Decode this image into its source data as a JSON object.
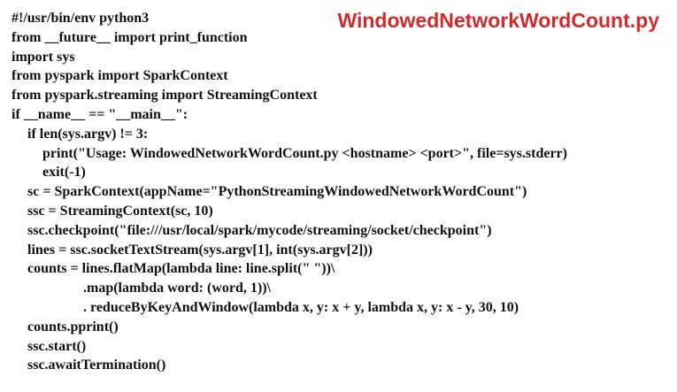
{
  "filename": "WindowedNetworkWordCount.py",
  "code_lines": [
    {
      "indent": 0,
      "text": "#!/usr/bin/env python3"
    },
    {
      "indent": 0,
      "text": "from __future__ import print_function"
    },
    {
      "indent": 0,
      "text": "import sys"
    },
    {
      "indent": 0,
      "text": "from pyspark import SparkContext"
    },
    {
      "indent": 0,
      "text": "from pyspark.streaming import StreamingContext"
    },
    {
      "indent": 0,
      "text": "if __name__ == \"__main__\":"
    },
    {
      "indent": 1,
      "text": "if len(sys.argv) != 3:"
    },
    {
      "indent": 2,
      "text": "print(\"Usage: WindowedNetworkWordCount.py <hostname> <port>\", file=sys.stderr)"
    },
    {
      "indent": 2,
      "text": "exit(-1)"
    },
    {
      "indent": 1,
      "text": "sc = SparkContext(appName=\"PythonStreamingWindowedNetworkWordCount\")"
    },
    {
      "indent": 1,
      "text": "ssc = StreamingContext(sc, 10)"
    },
    {
      "indent": 1,
      "text": "ssc.checkpoint(\"file:///usr/local/spark/mycode/streaming/socket/checkpoint\")"
    },
    {
      "indent": 1,
      "text": "lines = ssc.socketTextStream(sys.argv[1], int(sys.argv[2]))"
    },
    {
      "indent": 1,
      "text": "counts = lines.flatMap(lambda line: line.split(\" \"))\\"
    },
    {
      "indent": 3,
      "text": ".map(lambda word: (word, 1))\\"
    },
    {
      "indent": 3,
      "text": ". reduceByKeyAndWindow(lambda x, y: x + y, lambda x, y: x - y, 30, 10)"
    },
    {
      "indent": 1,
      "text": "counts.pprint()"
    },
    {
      "indent": 1,
      "text": "ssc.start()"
    },
    {
      "indent": 1,
      "text": "ssc.awaitTermination()"
    }
  ]
}
